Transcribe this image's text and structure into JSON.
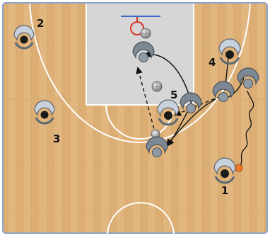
{
  "diagram": {
    "player_labels": {
      "p1": "1",
      "p2": "2",
      "p3": "3",
      "p4": "4",
      "p5": "5"
    }
  },
  "colors": {
    "floor": "#e3b884",
    "floor_dark": "#c8955c",
    "paint": "#d8d8d8",
    "lines": "#ffffff",
    "rim": "#d9342b",
    "backboard": "#3a5fc8",
    "border": "#8aa4cf",
    "player_dark": "#2a2a2a",
    "player_light": "#c9d2dc",
    "pass_line": "#222222",
    "cut_line": "#111111",
    "ball": "#f07a2a"
  },
  "icons": {
    "offense_player": "player-icon",
    "ball": "basketball-icon",
    "screen_ball": "screen-ball-icon"
  }
}
